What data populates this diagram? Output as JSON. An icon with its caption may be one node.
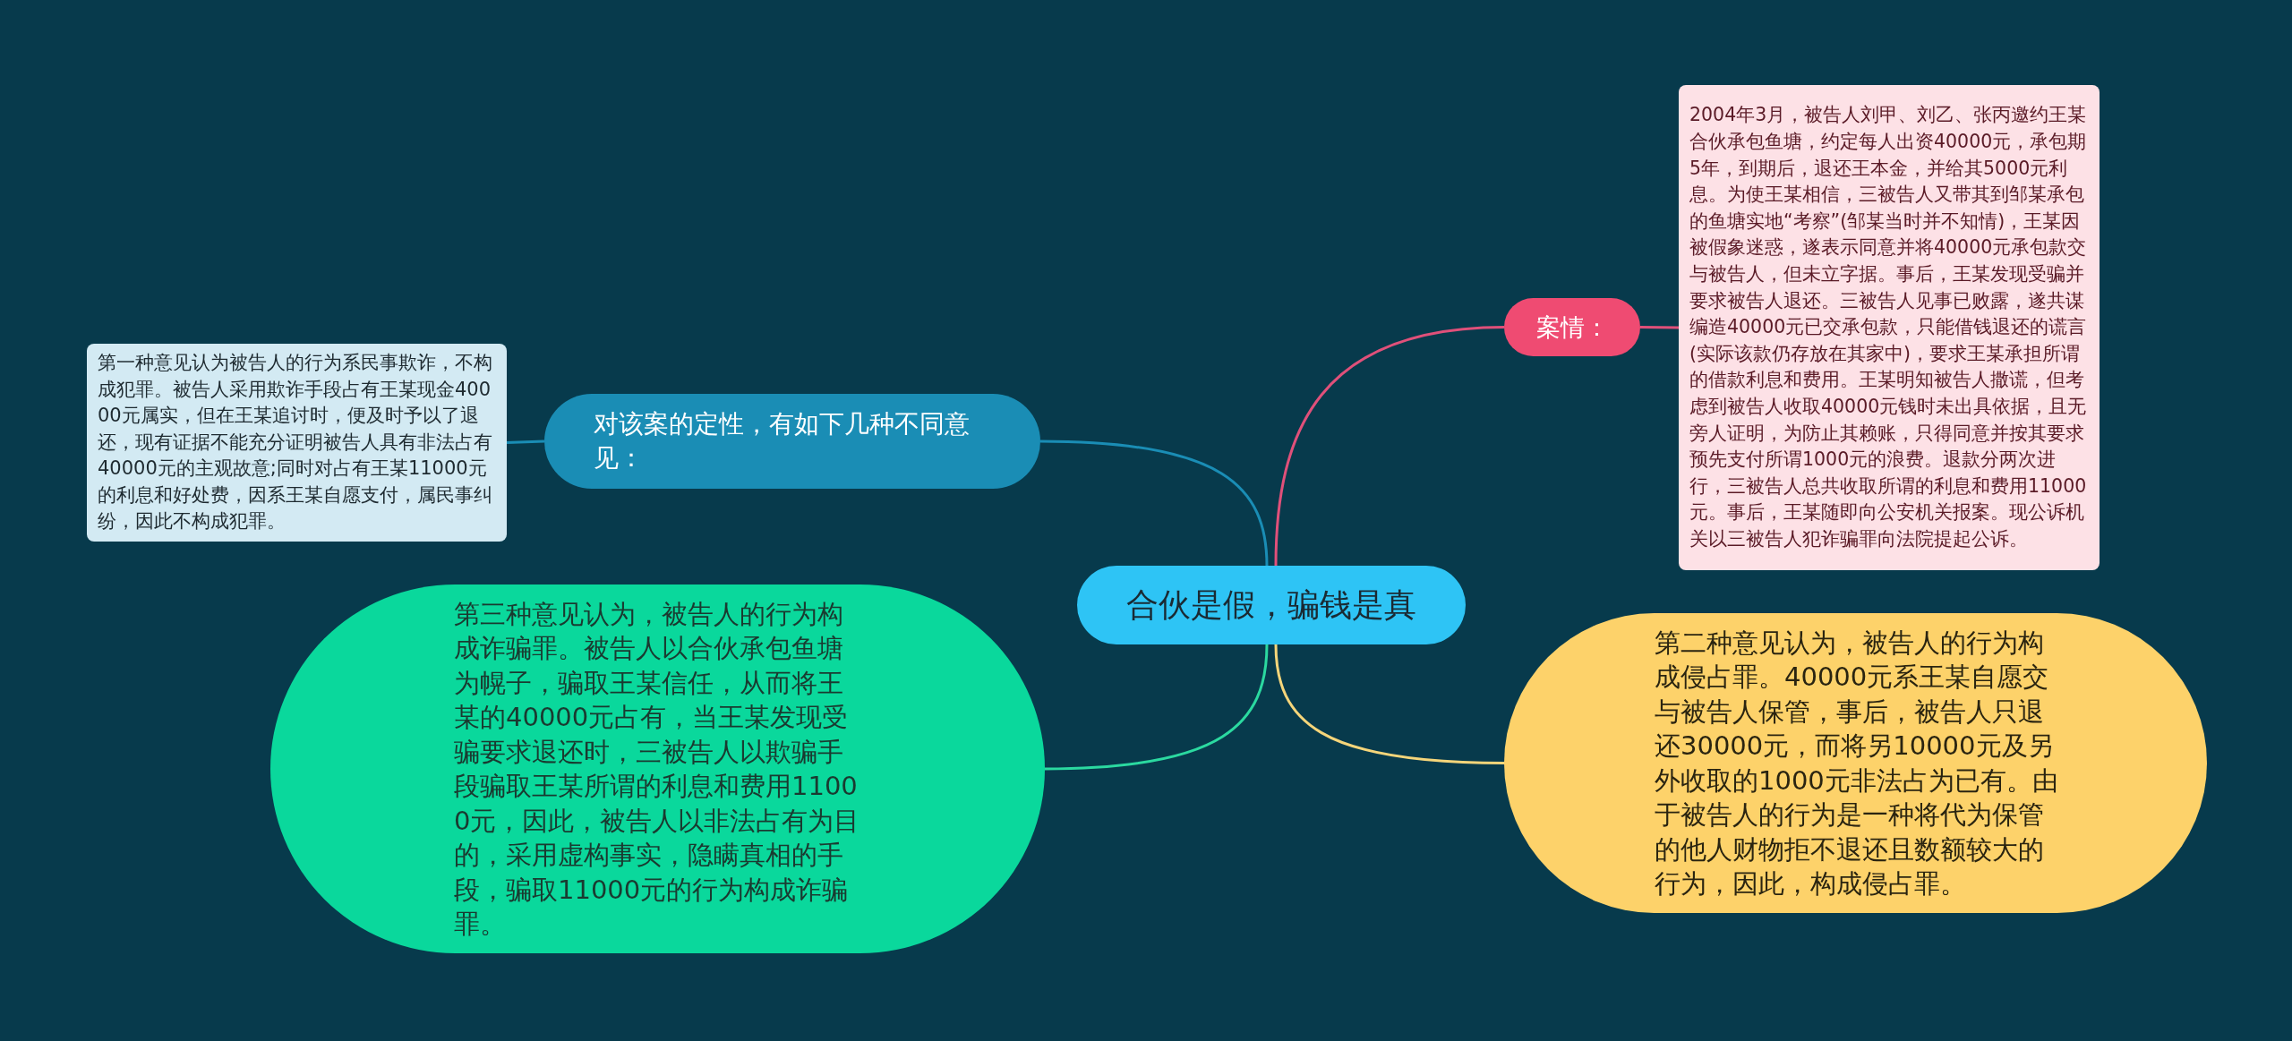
{
  "diagram": {
    "nodes": [
      {
        "text": [
          "合伙是假，骗钱是真"
        ]
      },
      {
        "text": [
          "对该案的定性，有如下几种不同意见："
        ]
      },
      {
        "text": [
          "第一种意见认为被告人的行为系民事欺诈，不构成犯罪。被告人采用欺诈手段占有王某现金40000元属实，但在王某追讨时，便及时予以了退还，现有证据不能充分证明被告人具有非法占有40000元的主观故意;同时对占有王某11000元的利息和好处费，因系王某自愿支付，属民事纠纷，因此不构成犯罪。"
        ]
      },
      {
        "text": [
          "案情："
        ]
      },
      {
        "text": [
          "2004年3月，被告人刘甲、刘乙、张丙邀约王某合伙承包鱼塘，约定每人出资40000元，承包期5年，到期后，退还王本金，并给其5000元利息。为使王某相信，三被告人又带其到邹某承包的鱼塘实地“考察”(邹某当时并不知情)，王某因被假象迷惑，遂表示同意并将40000元承包款交与被告人，但未立字据。事后，王某发现受骗并要求被告人退还。三被告人见事已败露，遂共谋编造40000元已交承包款，只能借钱退还的谎言(实际该款仍存放在其家中)，要求王某承担所谓的借款利息和费用。王某明知被告人撒谎，但考虑到被告人收取40000元钱时未出具依据，且无旁人证明，为防止其赖账，只得同意并按其要求预先支付所谓1000元的浪费。退款分两次进行，三被告人总共收取所谓的利息和费用11000元。事后，王某随即向公安机关报案。现公诉机关以三被告人犯诈骗罪向法院提起公诉。"
        ]
      },
      {
        "text": [
          "第三种意见认为，被告人的行为构成诈骗罪。被告人以合伙承包鱼塘为幌子，骗取王某信任，从而将王某的40000元占有，当王某发现受骗要求退还时，三被告人以欺骗手段骗取王某所谓的利息和费用11000元，因此，被告人以非法占有为目的，采用虚构事实，隐瞒真相的手段，骗取11000元的行为构成诈骗罪。"
        ]
      },
      {
        "text": [
          "第二种意见认为，被告人的行为构成侵占罪。40000元系王某自愿交与被告人保管，事后，被告人只退还30000元，而将另10000元及另外收取的1000元非法占为已有。由于被告人的行为是一种将代为保管的他人财物拒不退还且数额较大的行为，因此，构成侵占罪。"
        ]
      }
    ],
    "edges": [
      {
        "from": 0,
        "to": 1,
        "arrow": "none",
        "color": "#1a8db5"
      },
      {
        "from": 1,
        "to": 2,
        "arrow": "none",
        "color": "#1a8db5"
      },
      {
        "from": 0,
        "to": 3,
        "arrow": "none",
        "color": "#e0507a"
      },
      {
        "from": 3,
        "to": 4,
        "arrow": "none",
        "color": "#e0507a"
      },
      {
        "from": 0,
        "to": 5,
        "arrow": "none",
        "color": "#2bd9a0"
      },
      {
        "from": 0,
        "to": 6,
        "arrow": "none",
        "color": "#f5d57a"
      }
    ]
  }
}
